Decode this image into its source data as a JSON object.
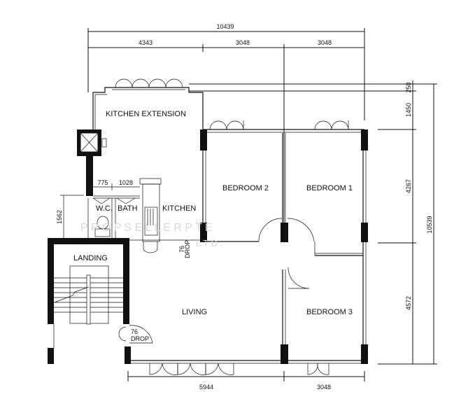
{
  "rooms": {
    "kitchen_extension": "KITCHEN  EXTENSION",
    "bedroom2": "BEDROOM  2",
    "bedroom1": "BEDROOM  1",
    "bedroom3": "BEDROOM  3",
    "kitchen": "KITCHEN",
    "wc": "W.C.",
    "bath": "BATH",
    "landing": "LANDING",
    "living": "LIVING"
  },
  "drop_notes": {
    "kitchen_drop_value": "76",
    "kitchen_drop_label": "DROP",
    "entrance_drop_value": "76",
    "entrance_drop_label": "DROP"
  },
  "dimensions": {
    "top_total": "10439",
    "top_segments": [
      "4343",
      "3048",
      "3048"
    ],
    "right_segments": [
      "250",
      "1450",
      "4267",
      "4572"
    ],
    "right_total": "10539",
    "bottom_segments": [
      "5944",
      "3048"
    ],
    "wc_width": "775",
    "bath_width": "1028",
    "left_1562": "1562"
  },
  "watermark": {
    "line1": "P  R  O  P  S  E  L  L  E  R  P  T  E",
    "line2": "L  T  D  ."
  }
}
